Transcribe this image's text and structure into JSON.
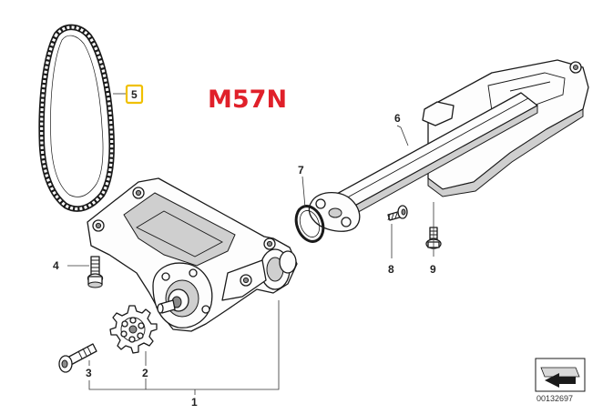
{
  "diagram": {
    "model_label": "M57N",
    "part_numbers": {
      "p1": "1",
      "p2": "2",
      "p3": "3",
      "p4": "4",
      "p5": "5",
      "p6": "6",
      "p7": "7",
      "p8": "8",
      "p9": "9"
    },
    "highlighted_part": "5",
    "highlight_color": "#f0c000",
    "model_label_color": "#e0202a",
    "diagram_code": "00132697",
    "icons": [
      "part-illustration-icon",
      "arrow-catalog-icon"
    ]
  }
}
